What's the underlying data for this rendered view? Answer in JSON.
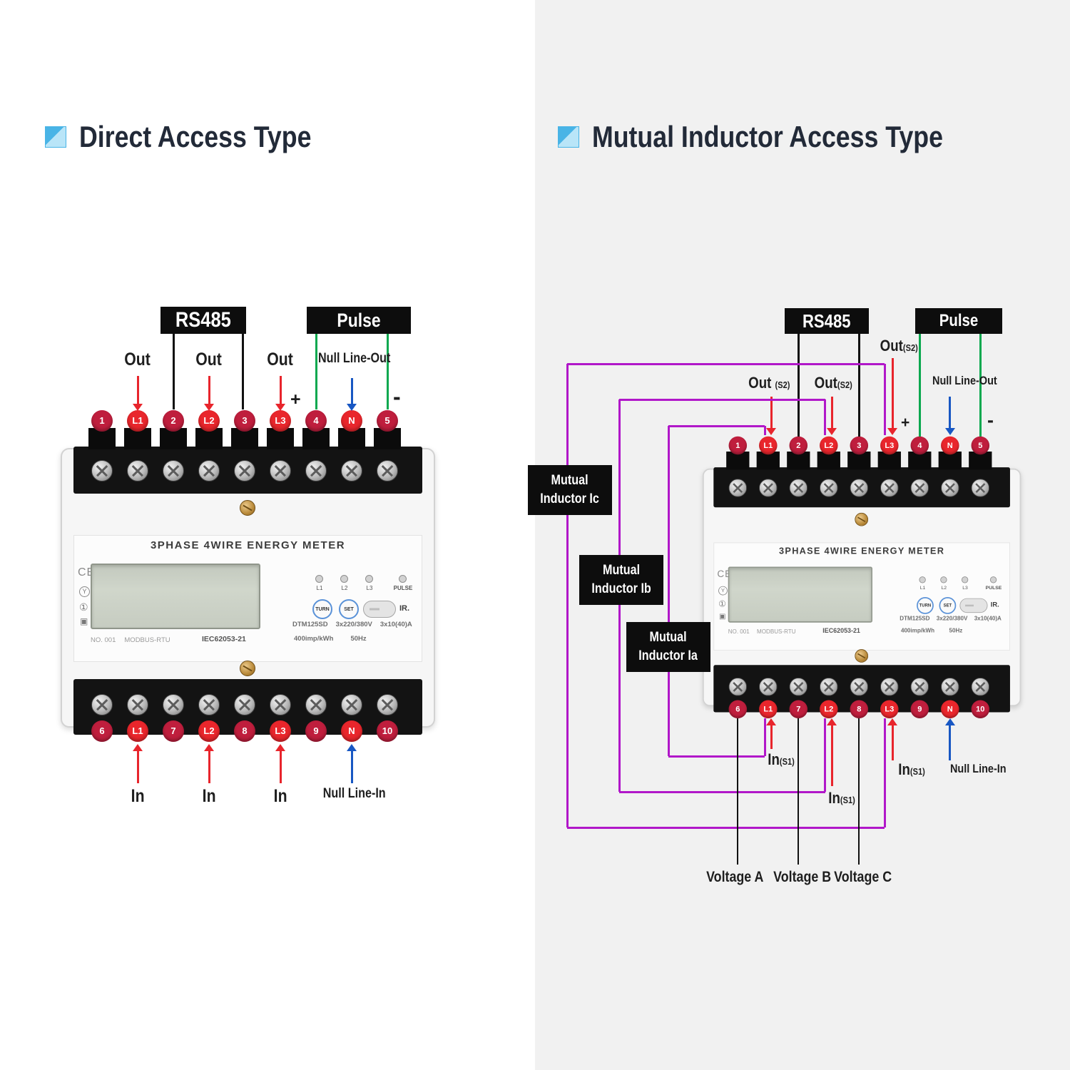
{
  "left_panel": {
    "title": "Direct Access Type",
    "rs485": "RS485",
    "pulse": "Pulse",
    "out_labels": [
      "Out",
      "Out",
      "Out"
    ],
    "plus": "+",
    "minus": "-",
    "null_line_out": "Null Line-Out",
    "in_labels": [
      "In",
      "In",
      "In"
    ],
    "null_line_in": "Null Line-In"
  },
  "right_panel": {
    "title": "Mutual Inductor Access Type",
    "rs485": "RS485",
    "pulse": "Pulse",
    "plus": "+",
    "minus": "-",
    "null_line_out": "Null Line-Out",
    "null_line_in": "Null Line-In",
    "out_s2": {
      "main": "Out",
      "sub": "(S2)"
    },
    "in_s1": {
      "main": "In",
      "sub": "(S1)"
    },
    "inductors": [
      {
        "line1": "Mutual",
        "line2": "Inductor Ic"
      },
      {
        "line1": "Mutual",
        "line2": "Inductor Ib"
      },
      {
        "line1": "Mutual",
        "line2": "Inductor Ia"
      }
    ],
    "voltage_labels": [
      "Voltage A",
      "Voltage B",
      "Voltage C"
    ]
  },
  "meter": {
    "title": "3PHASE  4WIRE  ENERGY  METER",
    "ce_mark": "CE",
    "phase_icon": "Y",
    "class_icon": "①",
    "insulation_icon": "▣",
    "indicator_labels": [
      "L1",
      "L2",
      "L3"
    ],
    "pulse_indicator": "PULSE",
    "turn_button": "TURN",
    "set_button": "SET",
    "ir_label": "IR.",
    "spec_model": "DTM125SD",
    "spec_voltage": "3x220/380V",
    "spec_current": "3x10(40)A",
    "spec_imp": "400imp/kWh",
    "spec_freq": "50Hz",
    "serial": "NO. 001",
    "protocol": "MODBUS-RTU",
    "standard": "IEC62053-21",
    "top_terminals": [
      "1",
      "L1",
      "2",
      "L2",
      "3",
      "L3",
      "4",
      "N",
      "5"
    ],
    "bottom_terminals": [
      "6",
      "L1",
      "7",
      "L2",
      "8",
      "L3",
      "9",
      "N",
      "10"
    ]
  },
  "colors": {
    "wire_red": "#e8252c",
    "wire_green": "#0aa84f",
    "wire_blue": "#1857c3",
    "wire_black": "#111111",
    "wire_purple": "#b117c9",
    "terminal_number_bg": "#bf1e3d",
    "terminal_phase_bg": "#e9262c",
    "accent_blue": "#49b4e6",
    "right_panel_bg": "#f1f1f1",
    "label_box_bg": "#0d0d0d"
  }
}
